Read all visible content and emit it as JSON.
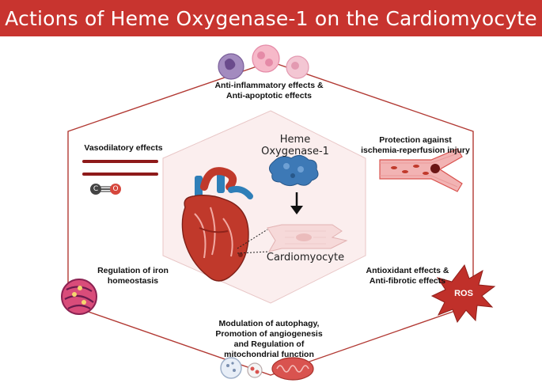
{
  "title": "Actions of Heme Oxygenase-1 on the Cardiomyocyte",
  "labels": {
    "anti_inflammatory": [
      "Anti-inflammatory effects &",
      "Anti-apoptotic effects"
    ],
    "vasodilatory": "Vasodilatory effects",
    "protection": [
      "Protection against",
      "ischemia-reperfusion injury"
    ],
    "iron": [
      "Regulation of iron",
      "homeostasis"
    ],
    "antioxidant": [
      "Antioxidant effects &",
      "Anti-fibrotic effects"
    ],
    "autophagy": [
      "Modulation of autophagy,",
      "Promotion of angiogenesis",
      "and Regulation of",
      "mitochondrial function"
    ]
  },
  "center": {
    "enzyme": [
      "Heme",
      "Oxygenase-1"
    ],
    "cell": "Cardiomyocyte"
  },
  "icons": {
    "co_c": "C",
    "co_o": "O",
    "ros": "ROS"
  },
  "colors": {
    "banner": "#c8342f",
    "hexagon_stroke": "#b23a34",
    "accent_red": "#c0392b"
  }
}
